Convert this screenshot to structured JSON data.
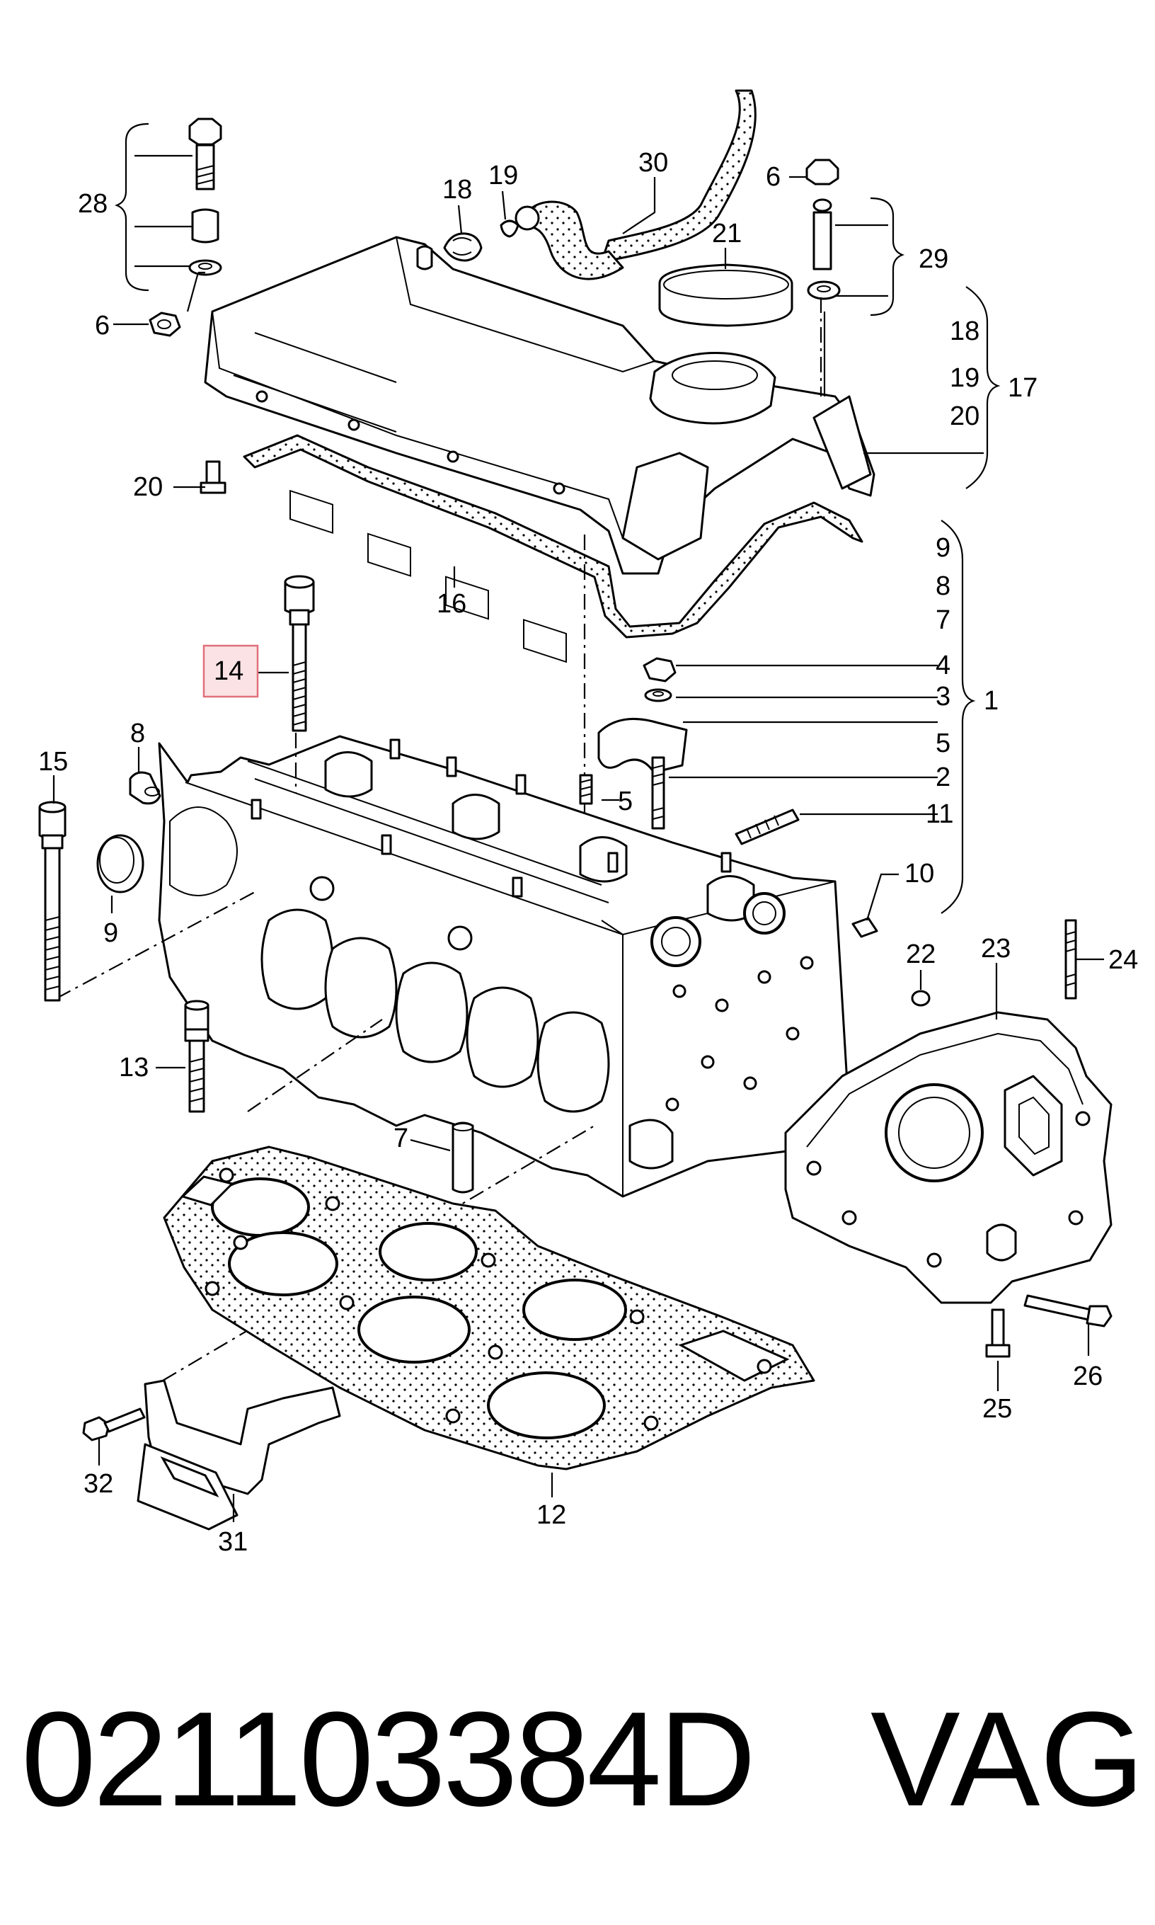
{
  "diagram": {
    "callouts": [
      {
        "id": "c28",
        "text": "28"
      },
      {
        "id": "c6a",
        "text": "6"
      },
      {
        "id": "c20a",
        "text": "20"
      },
      {
        "id": "c16",
        "text": "16"
      },
      {
        "id": "c18a",
        "text": "18"
      },
      {
        "id": "c19a",
        "text": "19"
      },
      {
        "id": "c30",
        "text": "30"
      },
      {
        "id": "c21",
        "text": "21"
      },
      {
        "id": "c6b",
        "text": "6"
      },
      {
        "id": "c29",
        "text": "29"
      },
      {
        "id": "c18b",
        "text": "18"
      },
      {
        "id": "c19b",
        "text": "19"
      },
      {
        "id": "c20b",
        "text": "20"
      },
      {
        "id": "c17",
        "text": "17"
      },
      {
        "id": "c9a",
        "text": "9"
      },
      {
        "id": "c8a",
        "text": "8"
      },
      {
        "id": "c7a",
        "text": "7"
      },
      {
        "id": "c4",
        "text": "4"
      },
      {
        "id": "c3",
        "text": "3"
      },
      {
        "id": "c1",
        "text": "1"
      },
      {
        "id": "c5a",
        "text": "5"
      },
      {
        "id": "c2",
        "text": "2"
      },
      {
        "id": "c5b",
        "text": "5"
      },
      {
        "id": "c11",
        "text": "11"
      },
      {
        "id": "c10",
        "text": "10"
      },
      {
        "id": "c14",
        "text": "14"
      },
      {
        "id": "c15",
        "text": "15"
      },
      {
        "id": "c8b",
        "text": "8"
      },
      {
        "id": "c9b",
        "text": "9"
      },
      {
        "id": "c13",
        "text": "13"
      },
      {
        "id": "c7b",
        "text": "7"
      },
      {
        "id": "c22",
        "text": "22"
      },
      {
        "id": "c23",
        "text": "23"
      },
      {
        "id": "c24",
        "text": "24"
      },
      {
        "id": "c26",
        "text": "26"
      },
      {
        "id": "c25",
        "text": "25"
      },
      {
        "id": "c12",
        "text": "12"
      },
      {
        "id": "c32",
        "text": "32"
      },
      {
        "id": "c31",
        "text": "31"
      }
    ],
    "highlight_color": "#e0707a",
    "highlight_fill": "#fbe3e5"
  },
  "footer": {
    "part_number": "021103384D",
    "brand": "VAG"
  }
}
